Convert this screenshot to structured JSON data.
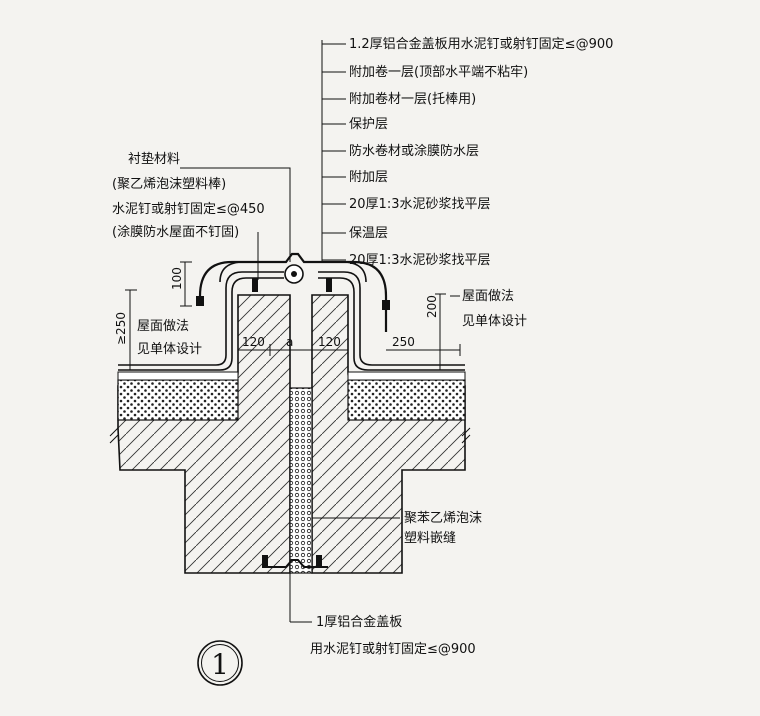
{
  "callouts_right": [
    "1.2厚铝合金盖板用水泥钉或射钉固定≤@900",
    "附加卷一层(顶部水平端不粘牢)",
    "附加卷材一层(托棒用)",
    "保护层",
    "防水卷材或涂膜防水层",
    "附加层",
    "20厚1:3水泥砂浆找平层",
    "保温层",
    "20厚1:3水泥砂浆找平层"
  ],
  "callouts_left": [
    "衬垫材料",
    "(聚乙烯泡沫塑料棒)",
    "水泥钉或射钉固定≤@450",
    "(涂膜防水屋面不钉固)"
  ],
  "roof_note_left": [
    "屋面做法",
    "见单体设计"
  ],
  "roof_note_right": [
    "屋面做法",
    "见单体设计"
  ],
  "joint_fill_label": [
    "聚苯乙烯泡沫",
    "塑料嵌缝"
  ],
  "bottom_cover_label": [
    "1厚铝合金盖板",
    "用水泥钉或射钉固定≤@900"
  ],
  "dimensions": {
    "upstand_height": "100",
    "upturn_left": "≥250",
    "upturn_right": "200",
    "width_left": "120",
    "gap": "a",
    "width_right": "120",
    "extension_right": "250"
  },
  "detail_number": "1"
}
